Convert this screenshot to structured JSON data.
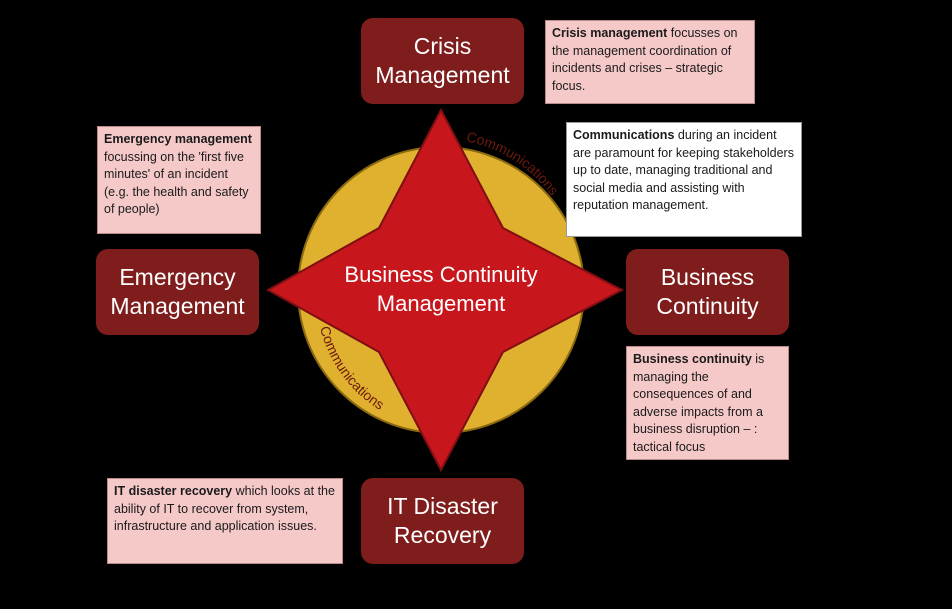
{
  "colors": {
    "background": "#000000",
    "node_fill": "#7f1d1d",
    "star_fill": "#c8161d",
    "circle_fill": "#e0b12e",
    "note_fill": "#f6c9c9",
    "arc_text": "#6b1a0e"
  },
  "center": {
    "label": "Business Continuity\nManagement"
  },
  "ring": {
    "top_label": "Communications",
    "bottom_label": "Communications"
  },
  "nodes": {
    "crisis": "Crisis\nManagement",
    "emergency": "Emergency\nManagement",
    "business_continuity": "Business\nContinuity",
    "it_disaster": "IT Disaster\nRecovery"
  },
  "notes": {
    "crisis": {
      "bold": "Crisis management",
      "text": " focusses on the management coordination of incidents and crises – strategic focus."
    },
    "emergency": {
      "bold": "Emergency management",
      "text": " focussing on the 'first five minutes' of an incident (e.g. the health and safety of people)"
    },
    "communications": {
      "bold": "Communications",
      "text": " during an incident are paramount for keeping stakeholders up to date, managing traditional and social media and assisting with reputation management."
    },
    "business_continuity": {
      "bold": "Business continuity",
      "text": " is managing the consequences of and adverse impacts from a business disruption – : tactical focus"
    },
    "it_disaster": {
      "bold": "IT disaster recovery",
      "text": " which looks at the ability of IT to recover from system, infrastructure and application issues."
    }
  }
}
